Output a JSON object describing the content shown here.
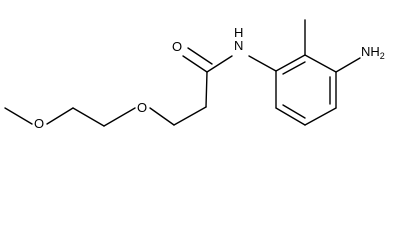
{
  "structure": {
    "atoms": {
      "methoxy_oxygen": "O",
      "ether_oxygen": "O",
      "carbonyl_oxygen": "O",
      "amide_nitrogen": "N",
      "amide_hydrogen": "H",
      "amine_symbol": "NH",
      "amine_subscript": "2"
    }
  }
}
